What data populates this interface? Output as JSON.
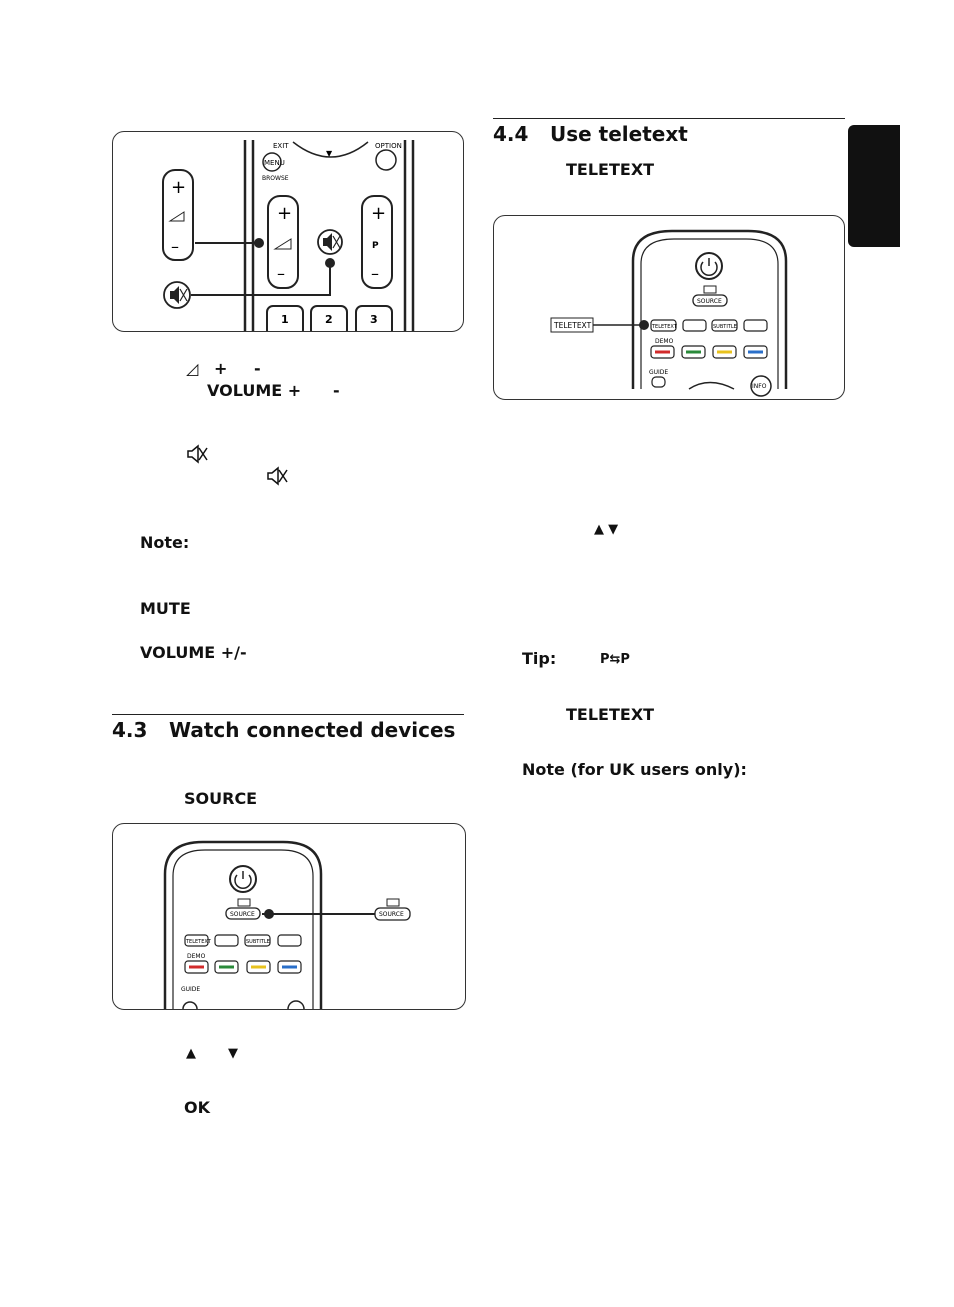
{
  "side_tab": {
    "color": "#111111"
  },
  "volume_section": {
    "vol_symbol": "◿",
    "vol_plus": "+",
    "vol_minus": "-",
    "volume_plus": "VOLUME +",
    "volume_minus": "-",
    "mute_icon_1": "🔇",
    "mute_icon_2": "🔇",
    "note_label": "Note:",
    "mute_label": "MUTE",
    "volume_pm_label": "VOLUME +/-"
  },
  "section_43": {
    "number": "4.3",
    "title": "Watch connected devices",
    "source_label": "SOURCE",
    "arrow_up": "▲",
    "arrow_down": "▼",
    "ok_label": "OK"
  },
  "section_44": {
    "number": "4.4",
    "title": "Use teletext",
    "teletext_label": "TELETEXT",
    "arrows": "▲ ▼",
    "tip_label": "Tip:",
    "pip_symbol": "P⇆P",
    "teletext_label_2": "TELETEXT",
    "note_uk": "Note (for UK users only):"
  },
  "remote_volume": {
    "exit": "EXIT",
    "menu": "MENU",
    "browse": "BROWSE",
    "option": "OPTION",
    "down_arrow": "▼",
    "plus": "+",
    "minus": "–",
    "p": "P",
    "num1": "1",
    "num2": "2",
    "num3": "3"
  },
  "remote_teletext": {
    "callout": "TELETEXT",
    "source": "SOURCE",
    "teletext_btn": "TELETEXT",
    "subtitle_btn": "SUBTITLE",
    "demo": "DEMO",
    "guide": "GUIDE",
    "info": "INFO"
  },
  "remote_source": {
    "callout": "SOURCE",
    "source": "SOURCE",
    "teletext_btn": "TELETEXT",
    "subtitle_btn": "SUBTITLE",
    "demo": "DEMO",
    "guide": "GUIDE"
  },
  "colors": {
    "red": "#d22b2b",
    "green": "#2a8a3a",
    "yellow": "#e8c21e",
    "blue": "#2a6fc9"
  }
}
